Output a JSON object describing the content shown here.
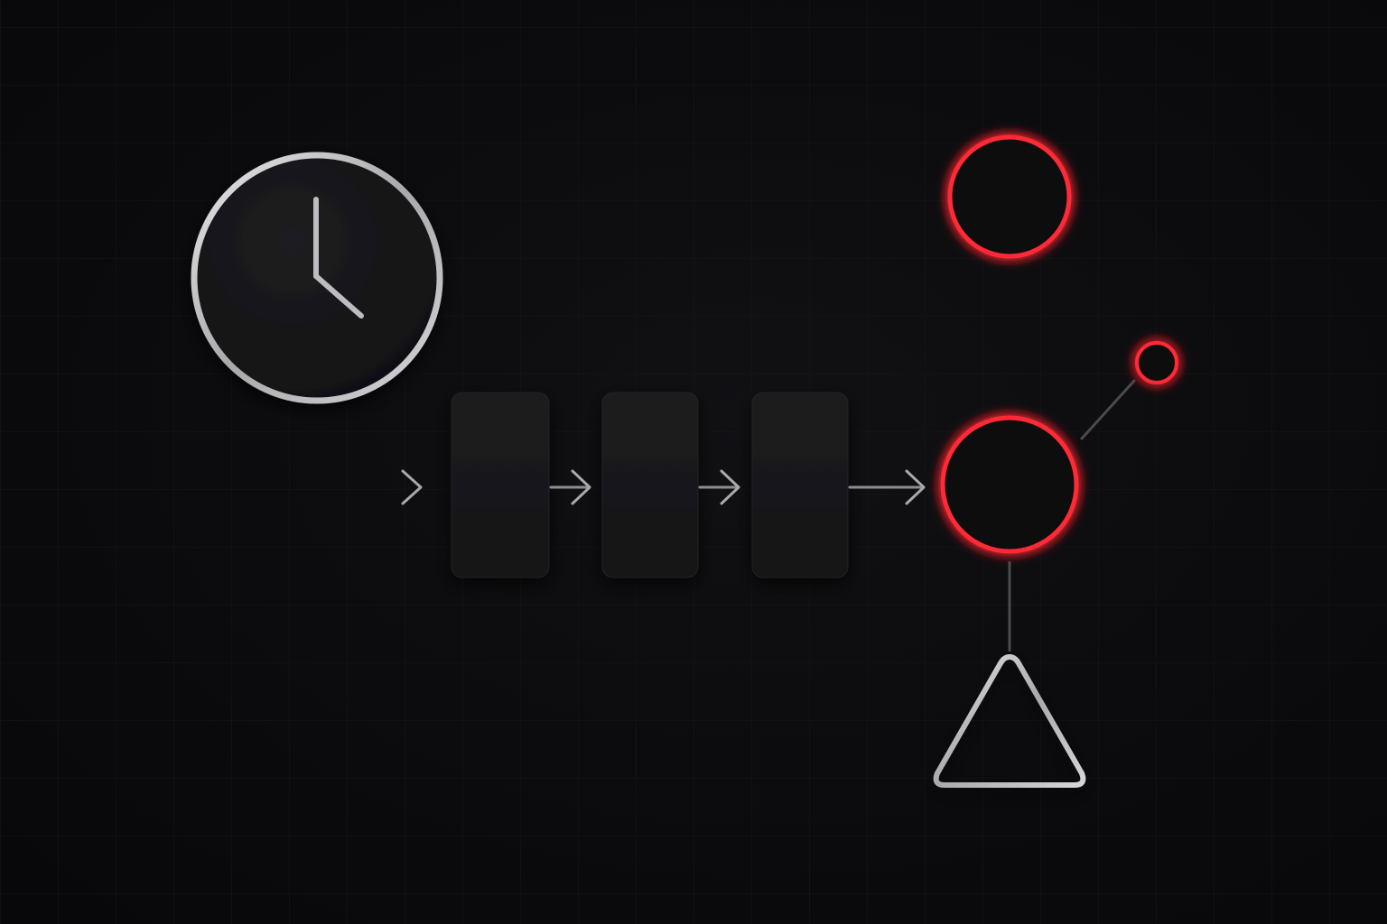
{
  "diagram": {
    "colors": {
      "background": "#0b0b0d",
      "grid": "#16161a",
      "block_fill": "#1a1a1d",
      "silver": "#c9c9cc",
      "accent_red": "#ff2a36",
      "connector_gray": "#4a4a4e"
    },
    "nodes": [
      {
        "id": "clock",
        "kind": "clock-icon"
      },
      {
        "id": "block-1",
        "kind": "process-block"
      },
      {
        "id": "block-2",
        "kind": "process-block"
      },
      {
        "id": "block-3",
        "kind": "process-block"
      },
      {
        "id": "top-red-node",
        "kind": "red-ring"
      },
      {
        "id": "center-red-node",
        "kind": "red-ring"
      },
      {
        "id": "small-red-node",
        "kind": "red-ring"
      },
      {
        "id": "triangle",
        "kind": "triangle-icon"
      }
    ],
    "edges": [
      {
        "from": "input",
        "to": "block-1",
        "style": "arrow"
      },
      {
        "from": "block-1",
        "to": "block-2",
        "style": "arrow"
      },
      {
        "from": "block-2",
        "to": "block-3",
        "style": "arrow"
      },
      {
        "from": "block-3",
        "to": "center-red-node",
        "style": "arrow"
      },
      {
        "from": "top-red-node",
        "to": "center-red-node",
        "style": "line"
      },
      {
        "from": "center-red-node",
        "to": "small-red-node",
        "style": "line"
      },
      {
        "from": "center-red-node",
        "to": "triangle",
        "style": "line"
      }
    ]
  }
}
